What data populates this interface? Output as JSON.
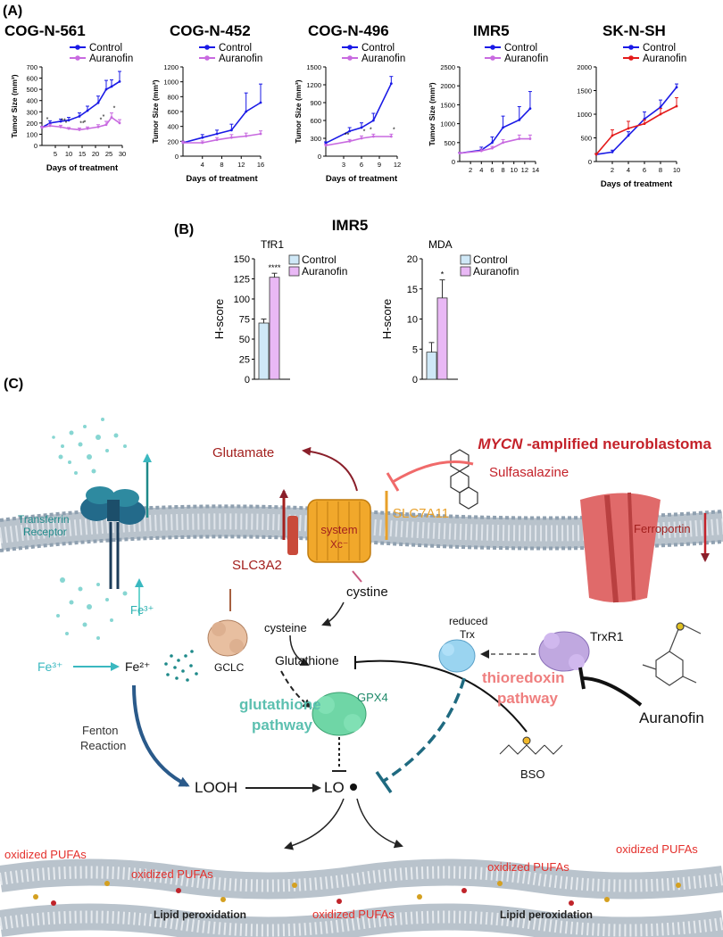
{
  "panel_labels": {
    "a": "(A)",
    "b": "(B)",
    "c": "(C)"
  },
  "chart_data": [
    {
      "type": "line",
      "title": "COG-N-561",
      "xlabel": "Days of treatment",
      "ylabel": "Tumor Size (mm³)",
      "xlim": [
        0,
        30
      ],
      "ylim": [
        0,
        700
      ],
      "xticks": [
        5,
        10,
        15,
        20,
        25,
        30
      ],
      "yticks": [
        0,
        100,
        200,
        300,
        400,
        500,
        600,
        700
      ],
      "significance": [
        "*",
        "**",
        "*",
        "**",
        "*",
        "*",
        "*",
        "*"
      ],
      "series": [
        {
          "name": "Control",
          "color": "#1a1ae6",
          "x": [
            0,
            3,
            7,
            10,
            14,
            17,
            21,
            24,
            26,
            29
          ],
          "y": [
            160,
            200,
            215,
            225,
            260,
            310,
            380,
            500,
            525,
            570
          ],
          "err": [
            10,
            20,
            20,
            25,
            30,
            40,
            60,
            80,
            60,
            90
          ]
        },
        {
          "name": "Auranofin",
          "color": "#c86ae0",
          "x": [
            0,
            3,
            7,
            10,
            14,
            17,
            21,
            24,
            26,
            29
          ],
          "y": [
            160,
            175,
            165,
            150,
            140,
            150,
            165,
            185,
            250,
            200
          ],
          "err": [
            10,
            15,
            15,
            10,
            15,
            15,
            20,
            30,
            40,
            30
          ]
        }
      ]
    },
    {
      "type": "line",
      "title": "COG-N-452",
      "xlabel": "Days of treatment",
      "ylabel": "Tumor Size (mm³)",
      "xlim": [
        0,
        16
      ],
      "ylim": [
        0,
        1200
      ],
      "xticks": [
        4,
        8,
        12,
        16
      ],
      "yticks": [
        0,
        200,
        400,
        600,
        800,
        1000,
        1200
      ],
      "series": [
        {
          "name": "Control",
          "color": "#1a1ae6",
          "x": [
            0,
            4,
            7,
            10,
            13,
            16
          ],
          "y": [
            180,
            250,
            300,
            350,
            600,
            720
          ],
          "err": [
            20,
            40,
            50,
            80,
            250,
            250
          ]
        },
        {
          "name": "Auranofin",
          "color": "#c86ae0",
          "x": [
            0,
            4,
            7,
            10,
            13,
            16
          ],
          "y": [
            180,
            180,
            220,
            250,
            270,
            300
          ],
          "err": [
            20,
            25,
            30,
            40,
            40,
            40
          ]
        }
      ]
    },
    {
      "type": "line",
      "title": "COG-N-496",
      "xlabel": "Days of treatment",
      "ylabel": "Tumor Size (mm³)",
      "xlim": [
        0,
        12
      ],
      "ylim": [
        0,
        1500
      ],
      "xticks": [
        3,
        6,
        9,
        12
      ],
      "yticks": [
        0,
        300,
        600,
        900,
        1200,
        1500
      ],
      "significance": [
        "**",
        "*",
        "*",
        "*"
      ],
      "series": [
        {
          "name": "Control",
          "color": "#1a1ae6",
          "x": [
            0,
            4,
            6,
            8,
            11
          ],
          "y": [
            220,
            420,
            480,
            600,
            1220
          ],
          "err": [
            20,
            60,
            80,
            120,
            120
          ]
        },
        {
          "name": "Auranofin",
          "color": "#c86ae0",
          "x": [
            0,
            4,
            6,
            8,
            11
          ],
          "y": [
            180,
            250,
            300,
            330,
            330
          ],
          "err": [
            20,
            30,
            40,
            40,
            40
          ]
        }
      ]
    },
    {
      "type": "line",
      "title": "IMR5",
      "xlabel": "",
      "ylabel": "Tumor Size (mm³)",
      "xlim": [
        0,
        14
      ],
      "ylim": [
        0,
        2500
      ],
      "xticks": [
        2,
        4,
        6,
        8,
        10,
        12,
        14
      ],
      "yticks": [
        0,
        500,
        1000,
        1500,
        2000,
        2500
      ],
      "series": [
        {
          "name": "Control",
          "color": "#1a1ae6",
          "x": [
            0,
            4,
            6,
            8,
            11,
            13
          ],
          "y": [
            220,
            300,
            500,
            900,
            1100,
            1400
          ],
          "err": [
            20,
            80,
            150,
            300,
            350,
            450
          ]
        },
        {
          "name": "Auranofin",
          "color": "#c86ae0",
          "x": [
            0,
            4,
            6,
            8,
            11,
            13
          ],
          "y": [
            220,
            280,
            350,
            500,
            600,
            600
          ],
          "err": [
            20,
            50,
            50,
            80,
            100,
            100
          ]
        }
      ]
    },
    {
      "type": "line",
      "title": "SK-N-SH",
      "xlabel": "Days of treatment",
      "ylabel": "",
      "xlim": [
        0,
        10
      ],
      "ylim": [
        0,
        2000
      ],
      "xticks": [
        2,
        4,
        6,
        8,
        10
      ],
      "yticks": [
        0,
        500,
        1000,
        1500,
        2000
      ],
      "series": [
        {
          "name": "Control",
          "color": "#1a1ae6",
          "x": [
            0,
            2,
            4,
            6,
            8,
            10
          ],
          "y": [
            150,
            200,
            550,
            900,
            1150,
            1570
          ],
          "err": [
            20,
            40,
            80,
            150,
            150,
            70
          ]
        },
        {
          "name": "Auranofin",
          "color": "#e41a1a",
          "x": [
            0,
            2,
            4,
            6,
            8,
            10
          ],
          "y": [
            150,
            550,
            700,
            800,
            1000,
            1170
          ],
          "err": [
            20,
            120,
            150,
            80,
            120,
            180
          ]
        }
      ]
    },
    {
      "type": "bar",
      "title": "TfR1",
      "ylabel": "H-score",
      "ylim": [
        0,
        150
      ],
      "yticks": [
        0,
        25,
        50,
        75,
        100,
        125,
        150
      ],
      "significance": "****",
      "series": [
        {
          "name": "Control",
          "color": "#cfe8f7",
          "value": 70,
          "err": 5
        },
        {
          "name": "Auranofin",
          "color": "#e9b8f5",
          "value": 127,
          "err": 5
        }
      ]
    },
    {
      "type": "bar",
      "title": "MDA",
      "ylabel": "H-score",
      "ylim": [
        0,
        20
      ],
      "yticks": [
        0,
        5,
        10,
        15,
        20
      ],
      "significance": "*",
      "series": [
        {
          "name": "Control",
          "color": "#cfe8f7",
          "value": 4.5,
          "err": 1.6
        },
        {
          "name": "Auranofin",
          "color": "#e9b8f5",
          "value": 13.5,
          "err": 3.0
        }
      ]
    }
  ],
  "panel_b_title": "IMR5",
  "diagram": {
    "title_gene": "MYCN",
    "title_rest": " -amplified neuroblastoma",
    "glutamate": "Glutamate",
    "sulfasalazine": "Sulfasalazine",
    "transferrin_receptor_1": "Transferrin",
    "transferrin_receptor_2": "Receptor",
    "system_xc_1": "system",
    "system_xc_2": "Xc⁻",
    "slc3a2": "SLC3A2",
    "slc7a11": "SLC7A11",
    "ferroportin": "Ferroportin",
    "cystine": "cystine",
    "cysteine": "cysteine",
    "reduced_trx_1": "reduced",
    "reduced_trx_2": "Trx",
    "txnr1": "TrxR1",
    "fe3_top": "Fe³⁺",
    "fe3_left": "Fe³⁺",
    "fe2": "Fe²⁺",
    "gclc": "GCLC",
    "glutathione": "Glutathione",
    "gpx4": "GPX4",
    "thioredoxin_pathway_1": "thioredoxin",
    "thioredoxin_pathway_2": "pathway",
    "glutathione_pathway_1": "glutathione",
    "glutathione_pathway_2": "pathway",
    "auranofin": "Auranofin",
    "fenton_1": "Fenton",
    "fenton_2": "Reaction",
    "looh": "LOOH",
    "lo": "LO",
    "bso": "BSO",
    "oxidized_pufas": "oxidized PUFAs",
    "lipid_peroxidation": "Lipid peroxidation",
    "colors": {
      "dark_red": "#a3201e",
      "orange": "#e8a02a",
      "teal": "#1f8a8a",
      "pink": "#ef6f6f",
      "mint": "#5cc8a8",
      "red": "#e4302c"
    }
  }
}
